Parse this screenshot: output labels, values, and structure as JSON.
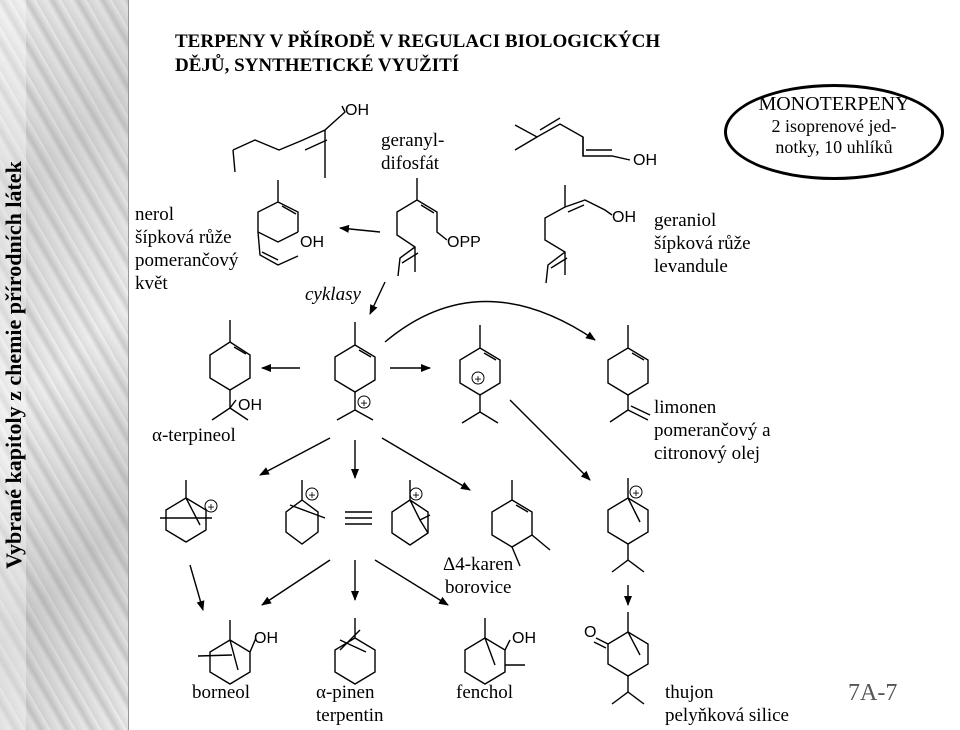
{
  "sidebar": {
    "text": "Vybrané kapitoly z chemie přírodních látek"
  },
  "title": {
    "line1": "TERPENY V PŘÍRODĚ V REGULACI BIOLOGICKÝCH",
    "line2": "DĚJŮ, SYNTHETICKÉ VYUŽITÍ"
  },
  "badge": {
    "title": "MONOTERPENY",
    "line1": "2 isoprenové jed-",
    "line2": "notky, 10 uhlíků"
  },
  "labels": {
    "geranyl1": "geranyl-",
    "geranyl2": "difosfát",
    "nerol": "nerol",
    "nerol_src1": "šípková růže",
    "nerol_src2": "pomerančový",
    "nerol_src3": "květ",
    "geraniol": "geraniol",
    "geraniol_src1": "šípková růže",
    "geraniol_src2": "levandule",
    "cyklasy": "cyklasy",
    "terpineol": "α-terpineol",
    "limonen": "limonen",
    "limonen_src1": "pomerančový a",
    "limonen_src2": "citronový olej",
    "karen": "Δ4-karen",
    "karen_src": "borovice",
    "borneol": "borneol",
    "pinen": "α-pinen",
    "pinen_src": "terpentin",
    "fenchol": "fenchol",
    "thujon": "thujon",
    "thujon_src": "pelyňková silice"
  },
  "atoms": {
    "oh": "OH",
    "opp": "OPP",
    "o": "O",
    "plus": "+"
  },
  "page_number": "7A-7"
}
